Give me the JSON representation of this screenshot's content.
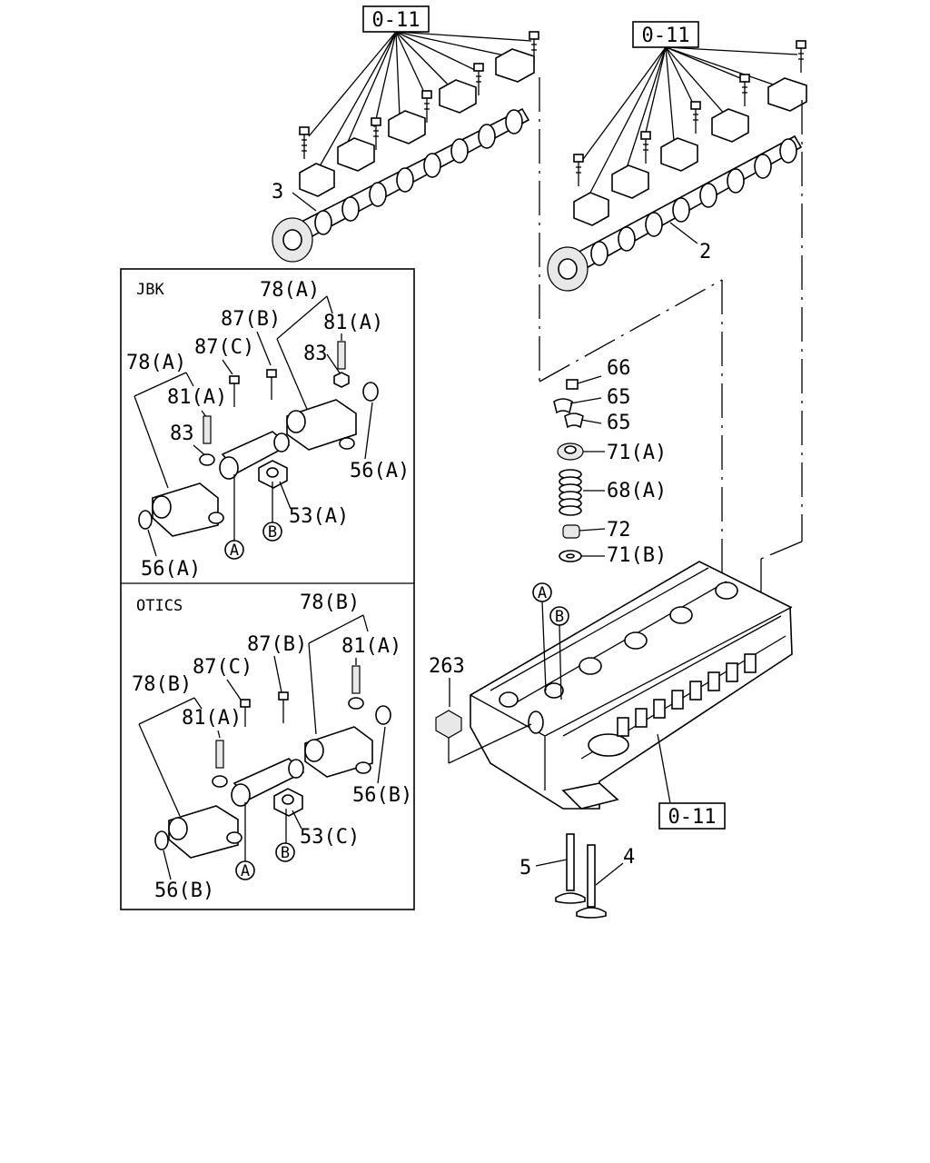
{
  "refs": {
    "ref_top_left": "0-11",
    "ref_top_right": "0-11",
    "ref_bottom": "0-11"
  },
  "panels": {
    "jbk": {
      "title": "JBK",
      "labels": {
        "l78a_top": "78(A)",
        "l87b": "87(B)",
        "l81a_right": "81(A)",
        "l87c": "87(C)",
        "l83_right": "83",
        "l78a_left": "78(A)",
        "l81a_left": "81(A)",
        "l83_left": "83",
        "l56a_right": "56(A)",
        "l53a": "53(A)",
        "l56a_left": "56(A)",
        "circ_a": "A",
        "circ_b": "B"
      }
    },
    "otics": {
      "title": "OTICS",
      "labels": {
        "l78b_top": "78(B)",
        "l87b": "87(B)",
        "l81a_right": "81(A)",
        "l87c": "87(C)",
        "l78b_left": "78(B)",
        "l81a_left": "81(A)",
        "l56b_right": "56(B)",
        "l53c": "53(C)",
        "l56b_left": "56(B)",
        "circ_a": "A",
        "circ_b": "B"
      }
    }
  },
  "main": {
    "labels": {
      "p3": "3",
      "p2": "2",
      "p66": "66",
      "p65a": "65",
      "p65b": "65",
      "p71a": "71(A)",
      "p68a": "68(A)",
      "p72": "72",
      "p71b": "71(B)",
      "p263": "263",
      "p5": "5",
      "p4": "4",
      "circ_a": "A",
      "circ_b": "B"
    }
  }
}
